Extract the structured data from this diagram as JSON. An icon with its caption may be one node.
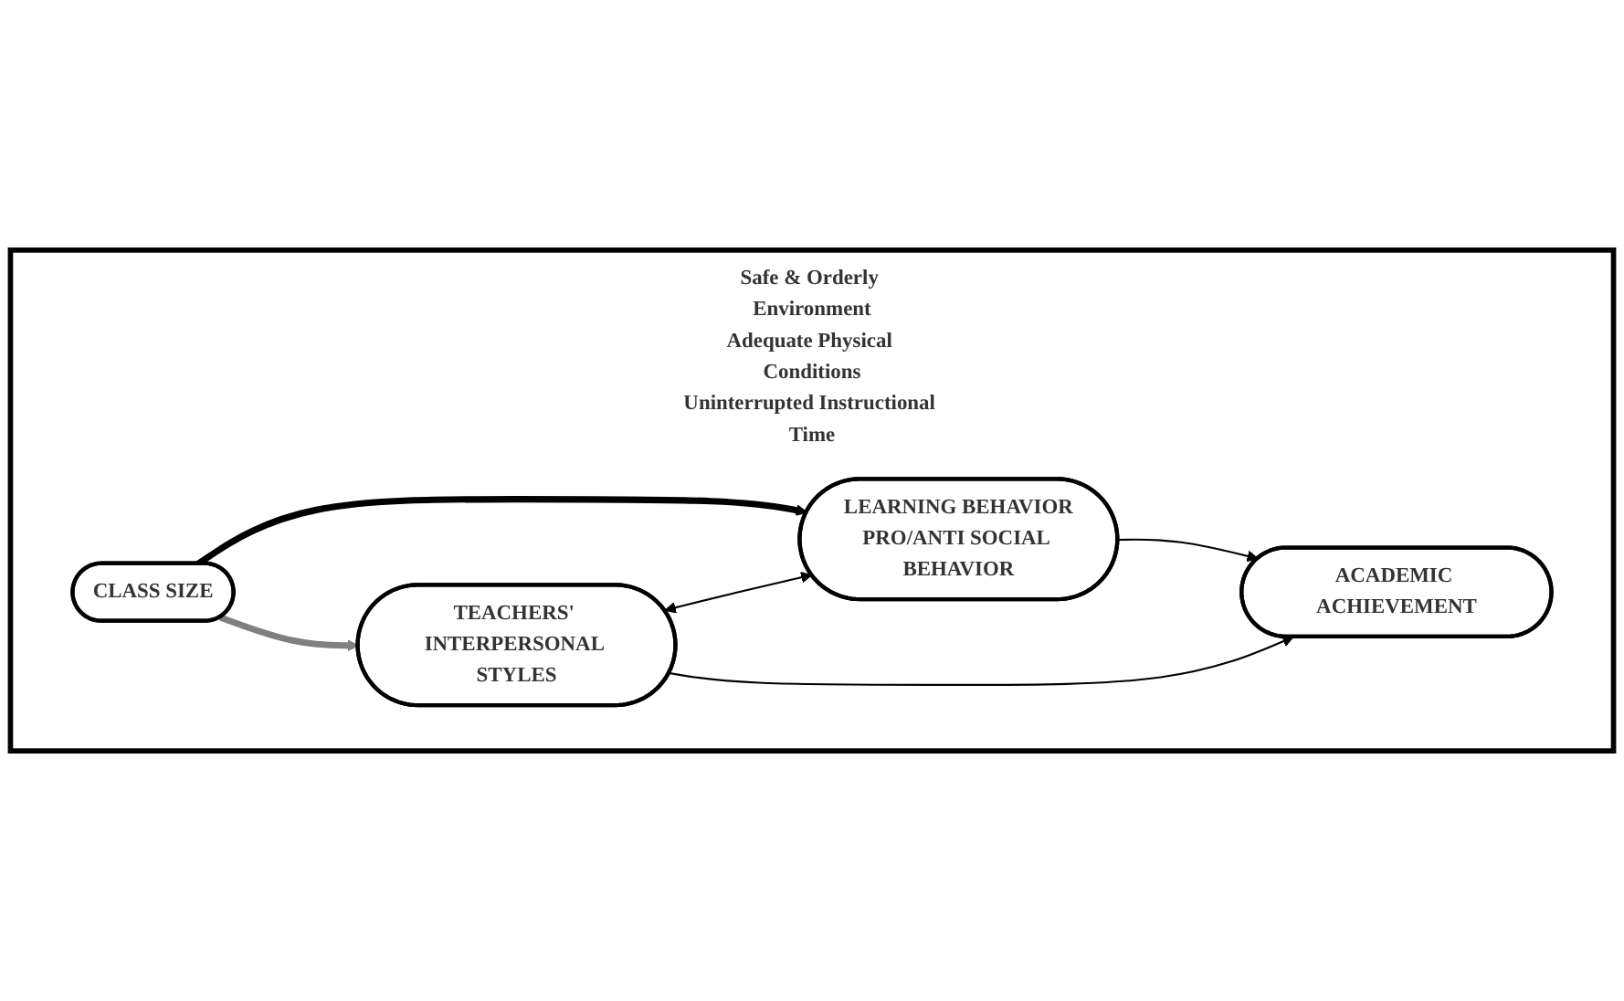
{
  "diagram": {
    "nodes": [
      {
        "text": [
          "Safe & Orderly Environment",
          "Adequate Physical Conditions",
          "Uninterrupted Instructional Time"
        ]
      },
      {
        "text": [
          "CLASS SIZE"
        ],
        "in": 0
      },
      {
        "text": [
          "LEARNING BEHAVIOR",
          "PRO/ANTI SOCIAL BEHAVIOR"
        ],
        "in": 0
      },
      {
        "text": [
          "ACADEMIC ACHIEVEMENT"
        ],
        "in": 0
      },
      {
        "text": [
          "TEACHERS' INTERPERSONAL STYLES"
        ],
        "in": 0
      }
    ],
    "edges": [
      {
        "from": 1,
        "to": 2,
        "arrow": "to",
        "style": "thick"
      },
      {
        "from": 1,
        "to": 4,
        "arrow": "to",
        "style": "thick",
        "color": "#808080"
      },
      {
        "from": 2,
        "to": 3,
        "arrow": "to"
      },
      {
        "from": 4,
        "to": 2,
        "arrow": "both"
      },
      {
        "from": 4,
        "to": 3,
        "arrow": "to"
      }
    ]
  }
}
